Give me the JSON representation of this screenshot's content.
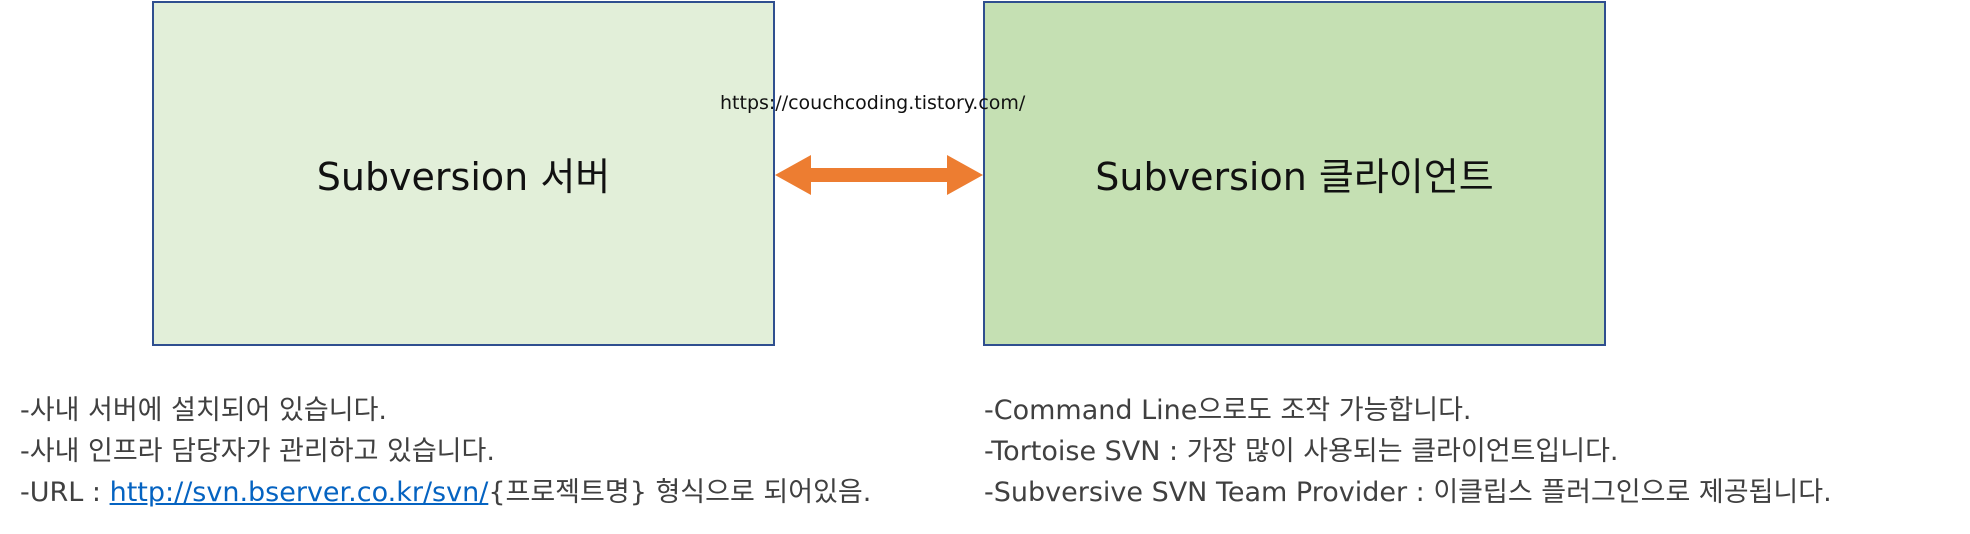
{
  "watermark": "https://couchcoding.tistory.com/",
  "colors": {
    "server_fill": "#e2efd9",
    "client_fill": "#c5e0b3",
    "box_border": "#2f4f8f",
    "arrow": "#ed7d31",
    "link": "#0563c1"
  },
  "diagram": {
    "server": {
      "label": "Subversion 서버"
    },
    "client": {
      "label": "Subversion 클라이언트"
    },
    "connector": {
      "icon": "double-arrow-icon"
    }
  },
  "server_notes": {
    "lines": [
      "-사내 서버에 설치되어 있습니다.",
      "-사내 인프라 담당자가 관리하고 있습니다."
    ],
    "url_prefix": "-URL : ",
    "url_link": "http://svn.bserver.co.kr/svn/",
    "url_suffix": "{프로젝트명} 형식으로 되어있음."
  },
  "client_notes": {
    "lines": [
      "-Command Line으로도 조작 가능합니다.",
      "-Tortoise SVN : 가장 많이 사용되는 클라이언트입니다.",
      "-Subversive SVN Team Provider : 이클립스 플러그인으로 제공됩니다."
    ]
  }
}
